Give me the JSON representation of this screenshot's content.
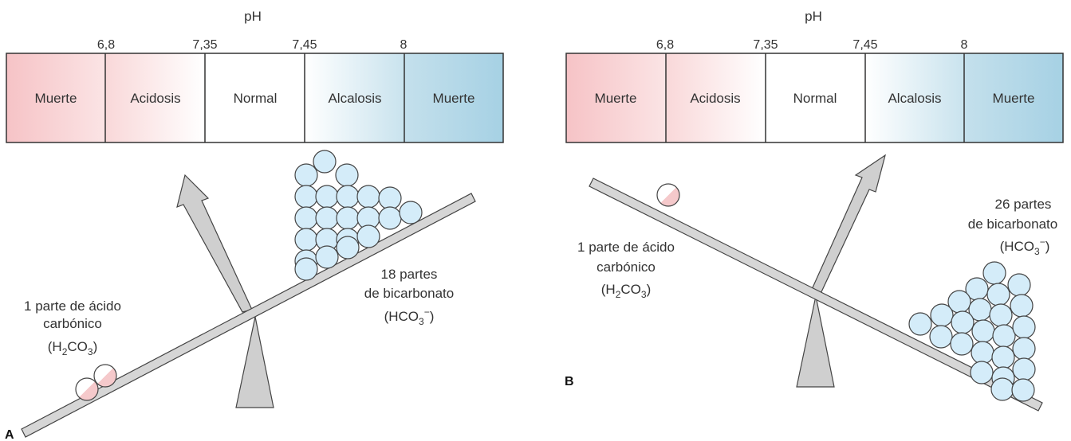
{
  "panels": [
    {
      "letter": "A",
      "ph_label": "pH",
      "ticks": [
        "6,8",
        "7,35",
        "7,45",
        "8"
      ],
      "segments": [
        "Muerte",
        "Acidosis",
        "Normal",
        "Alcalosis",
        "Muerte"
      ],
      "acid": {
        "line1": "1 parte de ácido",
        "line2": "carbónico",
        "formula_pre": "(H",
        "formula_sub": "2",
        "formula_post": "CO",
        "formula_sub2": "3",
        "formula_end": ")"
      },
      "base": {
        "line1": "18 partes",
        "line2": "de bicarbonato",
        "formula_pre": "(HCO",
        "formula_sub": "3",
        "formula_sup": "−",
        "formula_end": ")"
      }
    },
    {
      "letter": "B",
      "ph_label": "pH",
      "ticks": [
        "6,8",
        "7,35",
        "7,45",
        "8"
      ],
      "segments": [
        "Muerte",
        "Acidosis",
        "Normal",
        "Alcalosis",
        "Muerte"
      ],
      "acid": {
        "line1": "1 parte de ácido",
        "line2": "carbónico",
        "formula_pre": "(H",
        "formula_sub": "2",
        "formula_post": "CO",
        "formula_sub2": "3",
        "formula_end": ")"
      },
      "base": {
        "line1": "26 partes",
        "line2": "de bicarbonato",
        "formula_pre": "(HCO",
        "formula_sub": "3",
        "formula_sup": "−",
        "formula_end": ")"
      }
    }
  ],
  "colors": {
    "acid_red": "#f6c6c8",
    "base_blue": "#a9d4e6",
    "ball_blue": "#d4ecf9",
    "gray": "#cccccc",
    "stroke": "#333333"
  }
}
